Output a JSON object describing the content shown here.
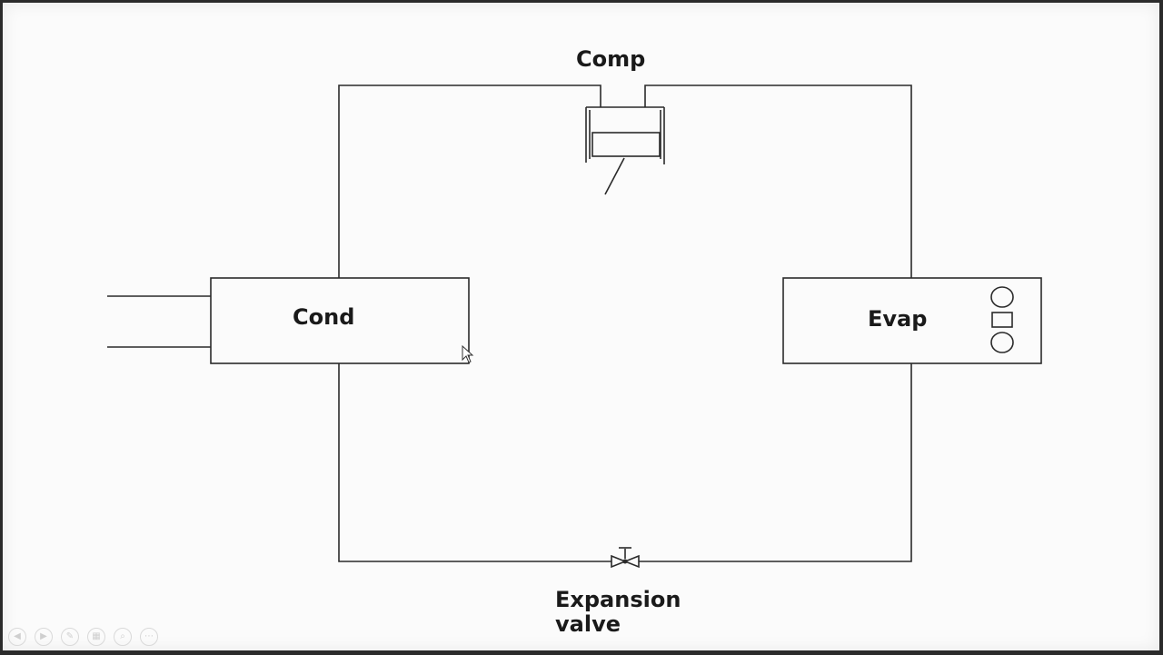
{
  "diagram": {
    "labels": {
      "compressor": "Comp",
      "condenser": "Cond",
      "evaporator": "Evap",
      "expansion_valve_line1": "Expansion",
      "expansion_valve_line2": "valve"
    }
  },
  "toolbar": {
    "buttons": [
      {
        "icon": "previous-slide-icon",
        "glyph": "◀"
      },
      {
        "icon": "next-slide-icon",
        "glyph": "▶"
      },
      {
        "icon": "pen-icon",
        "glyph": "✎"
      },
      {
        "icon": "slides-grid-icon",
        "glyph": "▦"
      },
      {
        "icon": "zoom-icon",
        "glyph": "⌕"
      },
      {
        "icon": "more-options-icon",
        "glyph": "⋯"
      }
    ]
  }
}
